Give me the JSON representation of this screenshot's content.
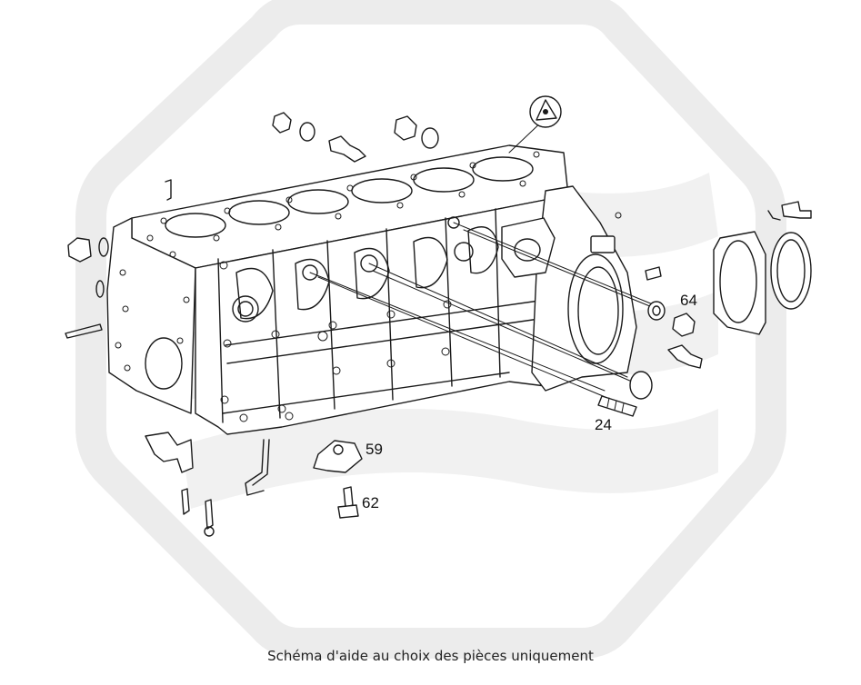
{
  "diagram": {
    "part_labels": [
      {
        "id": "64",
        "text": "64"
      },
      {
        "id": "24",
        "text": "24"
      },
      {
        "id": "59",
        "text": "59"
      },
      {
        "id": "62",
        "text": "62"
      }
    ]
  },
  "caption": {
    "text": "Schéma d'aide au choix des pièces uniquement"
  },
  "colors": {
    "line": "#1a1a1a",
    "watermark": "#ececec",
    "background": "#ffffff"
  },
  "icons": {
    "watermark": "hexagon-flag-logo-icon"
  }
}
